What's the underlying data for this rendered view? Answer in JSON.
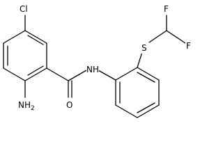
{
  "molecule": {
    "atoms": {
      "chlorine": "Cl",
      "amine": "NH",
      "amine_subscript": "2",
      "amide_nh": "NH",
      "carbonyl_oxygen": "O",
      "sulfur": "S",
      "fluorine_1": "F",
      "fluorine_2": "F"
    },
    "colors": {
      "bond": "#000000",
      "label": "#000000",
      "background": "#ffffff"
    }
  }
}
